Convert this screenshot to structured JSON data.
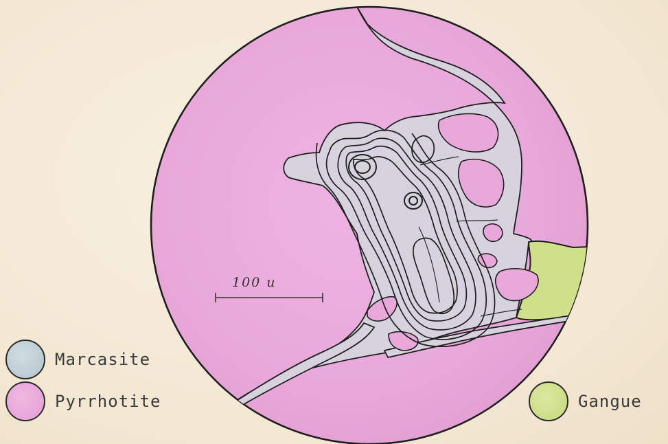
{
  "scale_bar": {
    "label": "100 u"
  },
  "legend": [
    {
      "key": "marcasite",
      "label": "Marcasite",
      "color": "#b9cbd2"
    },
    {
      "key": "pyrrhotite",
      "label": "Pyrrhotite",
      "color": "#e8a4d8"
    },
    {
      "key": "gangue",
      "label": "Gangue",
      "color": "#cfe08c"
    }
  ],
  "colors": {
    "pyrrhotite": "#e8a9da",
    "marcasite": "#d6d2de",
    "gangue": "#cfe08a",
    "outline": "#1e1e1e",
    "paper": "#f6ecda"
  }
}
